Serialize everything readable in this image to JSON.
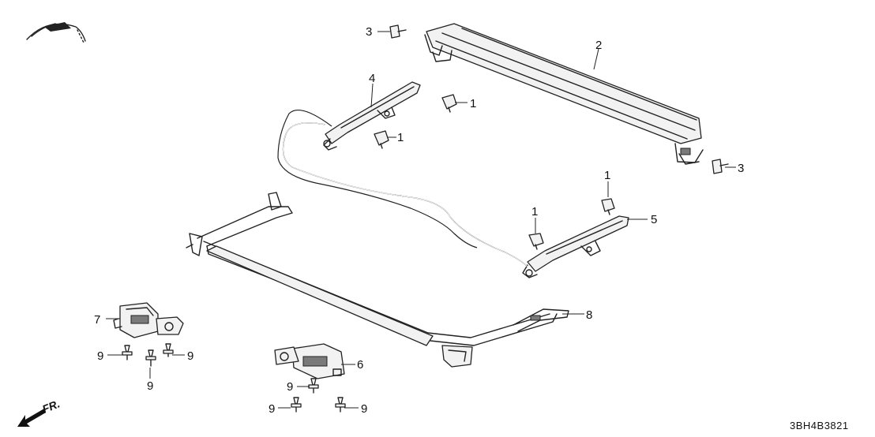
{
  "callouts": {
    "c1a": "1",
    "c1b": "1",
    "c1c": "1",
    "c1d": "1",
    "c2": "2",
    "c3a": "3",
    "c3b": "3",
    "c4": "4",
    "c5": "5",
    "c6": "6",
    "c7": "7",
    "c8": "8",
    "c9a": "9",
    "c9b": "9",
    "c9c": "9",
    "c9d": "9",
    "c9e": "9",
    "c9f": "9"
  },
  "direction": "FR.",
  "diagram_code": "3BH4B3821"
}
